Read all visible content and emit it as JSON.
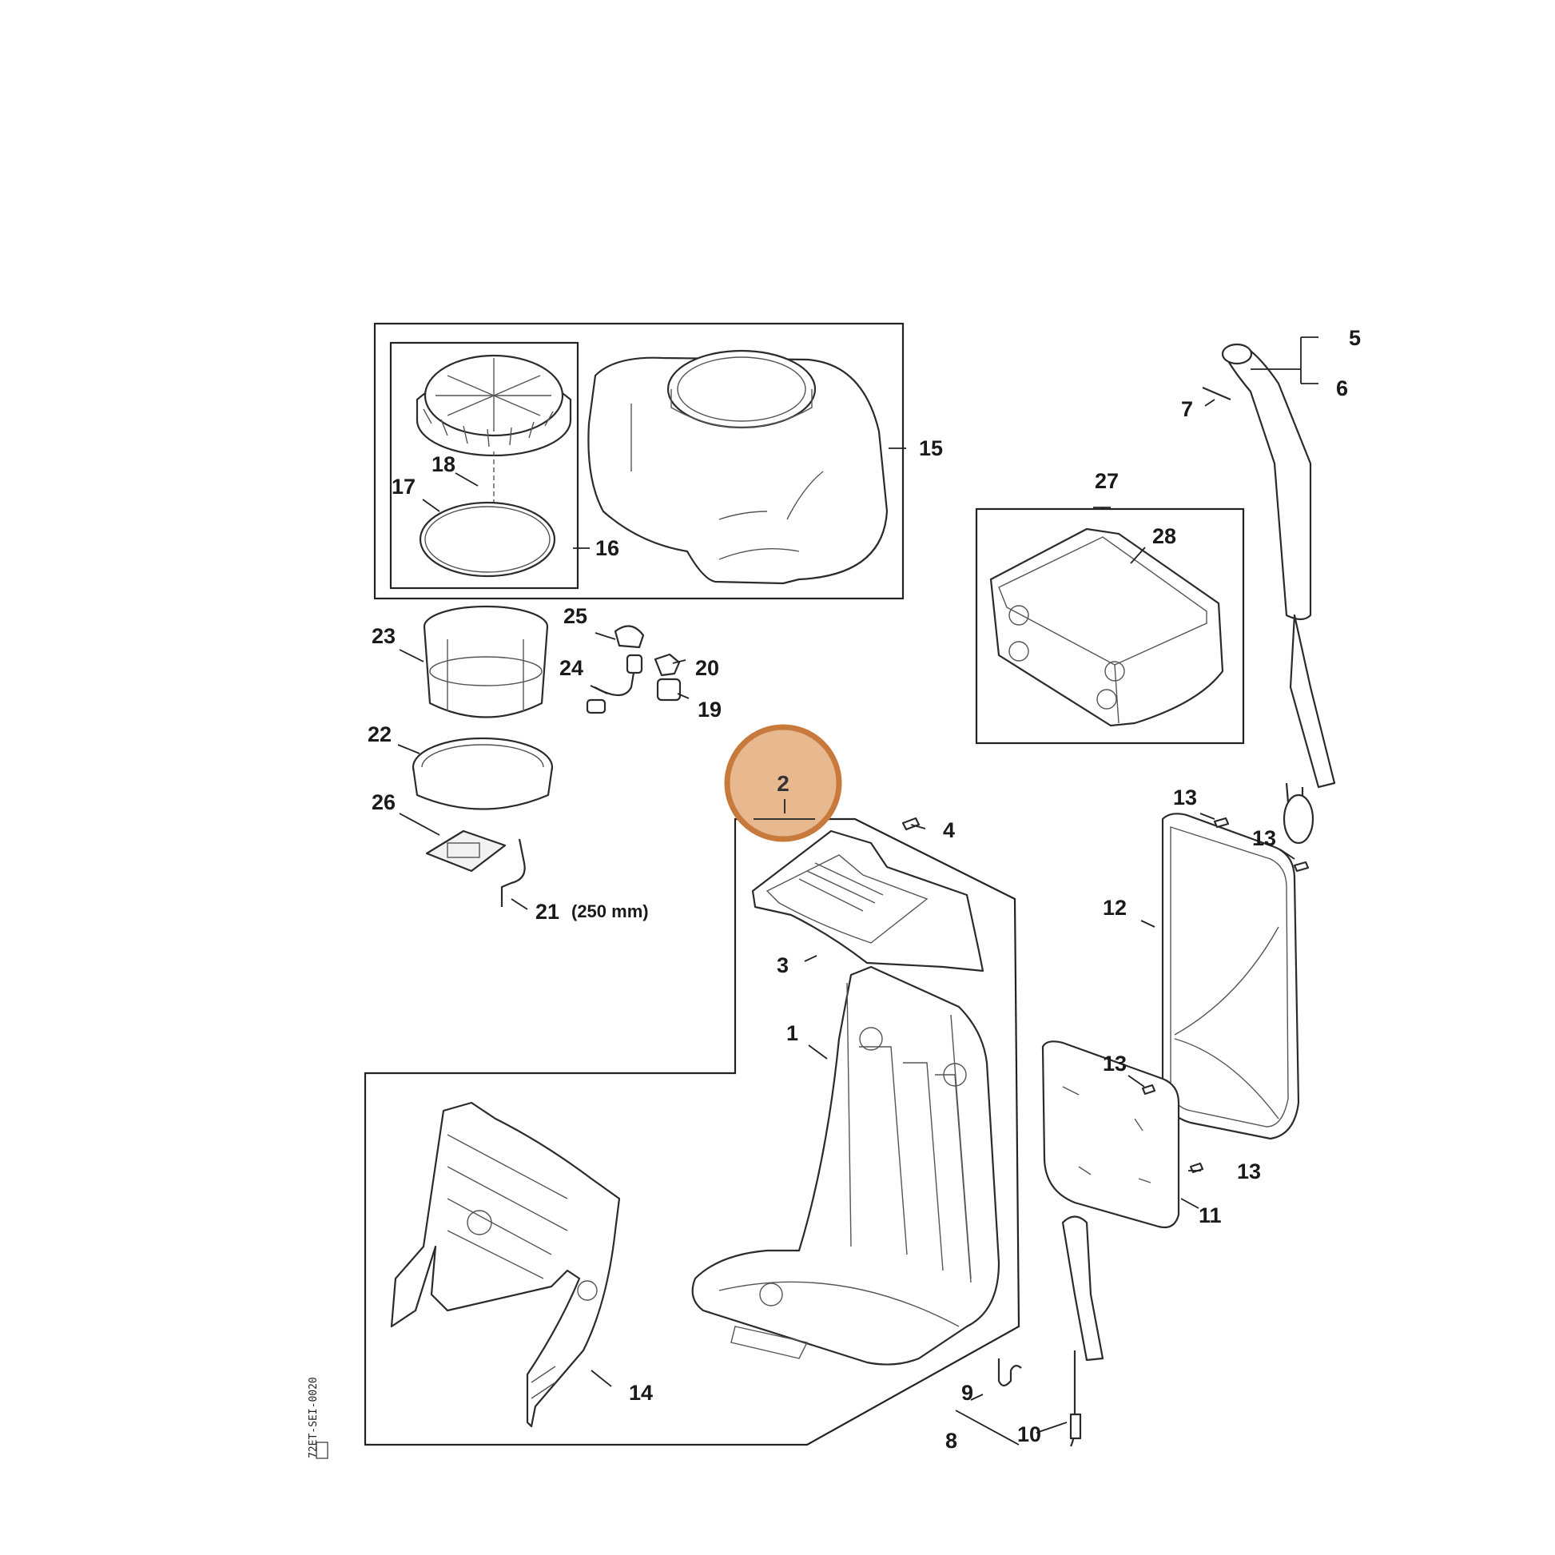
{
  "diagram": {
    "highlight": {
      "label": "2",
      "color": "#e8b98f",
      "ring_color": "#c87a3d"
    },
    "labels": {
      "p1": "1",
      "p2": "2",
      "p3": "3",
      "p4": "4",
      "p5": "5",
      "p6": "6",
      "p7": "7",
      "p8": "8",
      "p9": "9",
      "p10": "10",
      "p11": "11",
      "p12": "12",
      "p13a": "13",
      "p13b": "13",
      "p13c": "13",
      "p13d": "13",
      "p14": "14",
      "p15": "15",
      "p16": "16",
      "p17": "17",
      "p18": "18",
      "p19": "19",
      "p20": "20",
      "p21": "21",
      "p21_note": "(250 mm)",
      "p22": "22",
      "p23": "23",
      "p24": "24",
      "p25": "25",
      "p26": "26",
      "p27": "27",
      "p28": "28"
    },
    "drawing_code": "72ET-SEI-0020"
  }
}
